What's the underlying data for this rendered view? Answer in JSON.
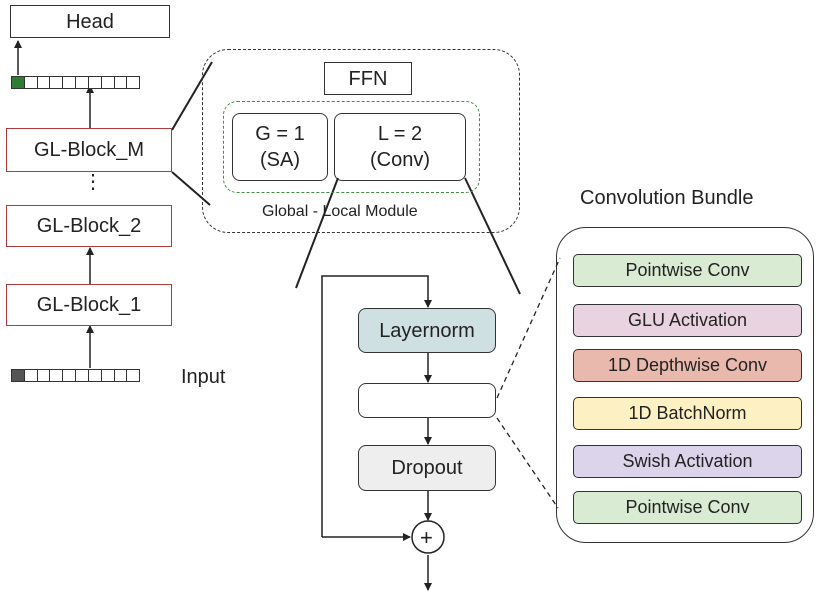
{
  "colors": {
    "block_border": "#b03a3a",
    "pointwise": "#d9ebd3",
    "glu": "#ead3e0",
    "depthwise": "#e8b9ac",
    "batchnorm": "#fdf1c4",
    "swish": "#dcd4eb",
    "layernorm": "#cfe0e2",
    "dropout": "#eeeeee",
    "green_token": "#2e7d32",
    "gray_token": "#555555"
  },
  "left": {
    "head": "Head",
    "block_m": "GL-Block_M",
    "dots": "⋮",
    "block_2": "GL-Block_2",
    "block_1": "GL-Block_1",
    "input": "Input"
  },
  "module": {
    "ffn": "FFN",
    "global_line1": "G = 1",
    "global_line2": "(SA)",
    "local_line1": "L = 2",
    "local_line2": "(Conv)",
    "caption": "Global  -  Local Module"
  },
  "conv_module": {
    "layernorm": "Layernorm",
    "middle": "",
    "dropout": "Dropout",
    "plus": "+"
  },
  "bundle": {
    "title": "Convolution Bundle",
    "items": [
      {
        "label": "Pointwise Conv",
        "color": "#d9ebd3"
      },
      {
        "label": "GLU Activation",
        "color": "#ead3e0"
      },
      {
        "label": "1D Depthwise Conv",
        "color": "#e8b9ac"
      },
      {
        "label": "1D BatchNorm",
        "color": "#fdf1c4"
      },
      {
        "label": "Swish Activation",
        "color": "#dcd4eb"
      },
      {
        "label": "Pointwise Conv",
        "color": "#d9ebd3"
      }
    ]
  }
}
